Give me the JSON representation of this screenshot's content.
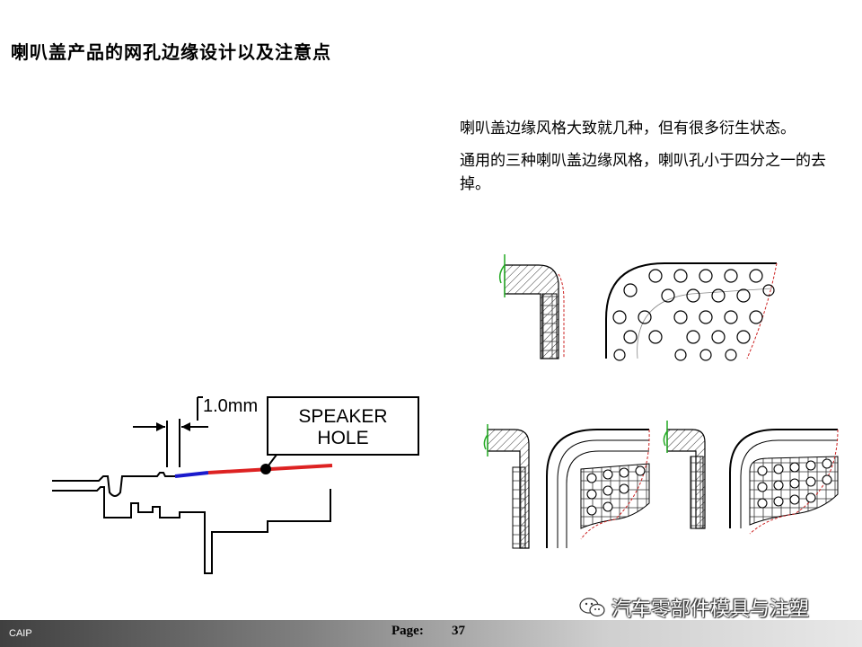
{
  "title": "喇叭盖产品的网孔边缘设计以及注意点",
  "body": {
    "paragraph1": "喇叭盖边缘风格大致就几种，但有很多衍生状态。",
    "paragraph2": "通用的三种喇叭盖边缘风格，喇叭孔小于四分之一的去掉。"
  },
  "diagram": {
    "dimension_label": "1.0mm",
    "callout_label_line1": "SPEAKER",
    "callout_label_line2": "HOLE",
    "colors": {
      "blue": "#1a1acc",
      "red": "#dd2222",
      "green": "#22aa22",
      "red_dash": "#cc2222"
    }
  },
  "watermark": "汽车零部件模具与注塑",
  "footer": {
    "left_label": "CAIP",
    "page_label": "Page:",
    "page_number": "37"
  }
}
